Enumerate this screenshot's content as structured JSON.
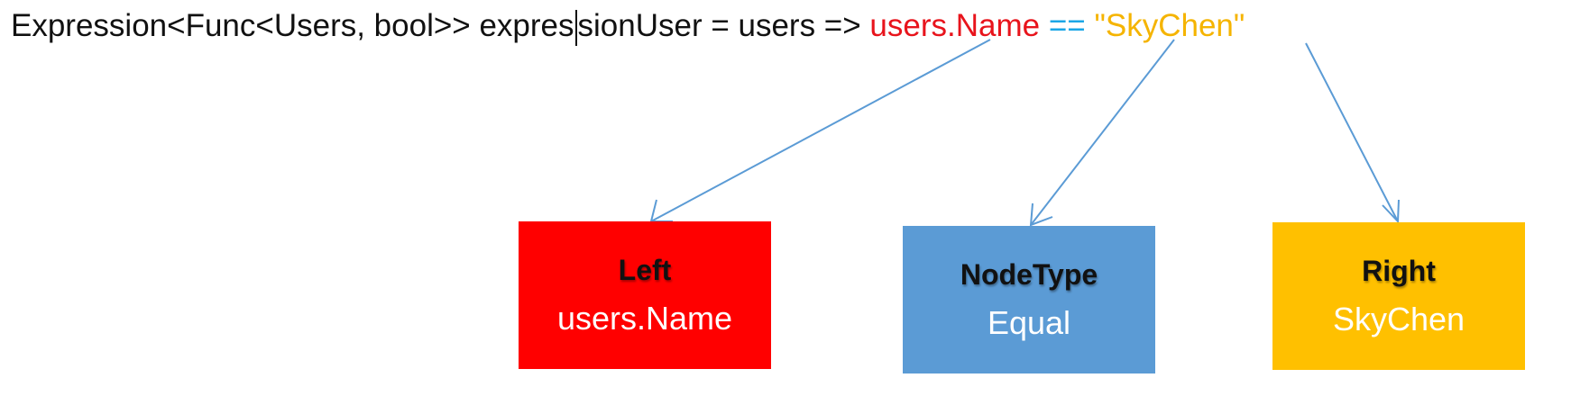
{
  "code": {
    "prefix_a": "Expression<Func<Users, bool>> expres",
    "prefix_b": "sionUser = users => ",
    "left": "users.Name",
    "space1": " ",
    "operator": "==",
    "space2": " ",
    "right": "\"SkyChen\""
  },
  "boxes": [
    {
      "title": "Left",
      "value": "users.Name",
      "color": "#ff0000"
    },
    {
      "title": "NodeType",
      "value": "Equal",
      "color": "#5b9bd5"
    },
    {
      "title": "Right",
      "value": "SkyChen",
      "color": "#ffc000"
    }
  ],
  "colors": {
    "left_text": "#e8141c",
    "operator_text": "#1aa6e6",
    "right_text": "#f5b400",
    "arrow": "#5b9bd5"
  }
}
